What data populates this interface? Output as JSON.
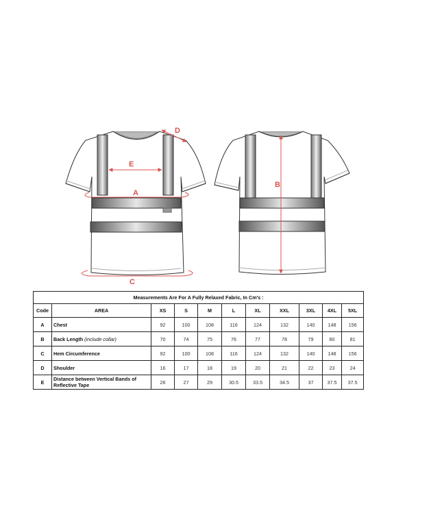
{
  "diagram": {
    "front_view": {
      "labels": {
        "A": "A",
        "C": "C",
        "D": "D",
        "E": "E"
      }
    },
    "back_view": {
      "labels": {
        "B": "B"
      }
    },
    "colors": {
      "dimension_line": "#d9534f",
      "reflective_tape": "#6e6e6e",
      "outline": "#333333",
      "fabric": "#ffffff"
    }
  },
  "table": {
    "title": "Measurements Are For A Fully Relaxed Fabric, In Cm's :",
    "headers": {
      "code": "Code",
      "area": "AREA",
      "sizes": [
        "XS",
        "S",
        "M",
        "L",
        "XL",
        "XXL",
        "3XL",
        "4XL",
        "5XL"
      ]
    },
    "rows": [
      {
        "code": "A",
        "area": "Chest",
        "note": "",
        "values": [
          "92",
          "100",
          "108",
          "116",
          "124",
          "132",
          "140",
          "148",
          "156"
        ]
      },
      {
        "code": "B",
        "area": "Back Length",
        "note": "(include collar)",
        "values": [
          "70",
          "74",
          "75",
          "76",
          "77",
          "78",
          "79",
          "80",
          "81"
        ]
      },
      {
        "code": "C",
        "area": "Hem Circumference",
        "note": "",
        "values": [
          "92",
          "100",
          "108",
          "116",
          "124",
          "132",
          "140",
          "148",
          "156"
        ]
      },
      {
        "code": "D",
        "area": "Shoulder",
        "note": "",
        "values": [
          "16",
          "17",
          "18",
          "19",
          "20",
          "21",
          "22",
          "23",
          "24"
        ]
      },
      {
        "code": "E",
        "area": "Distance between Vertical Bands of Reflective Tape",
        "note": "",
        "values": [
          "26",
          "27",
          "29",
          "30.5",
          "33.5",
          "34.5",
          "37",
          "37.5",
          "37.5"
        ]
      }
    ]
  }
}
